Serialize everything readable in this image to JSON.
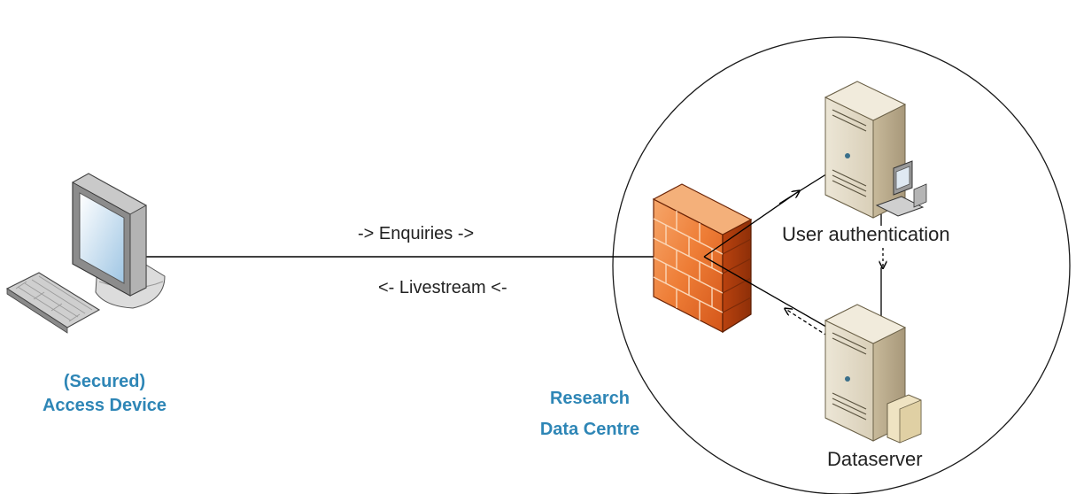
{
  "access_device": {
    "line1": "(Secured)",
    "line2": "Access Device",
    "icon": "desktop-computer-icon"
  },
  "flows": {
    "enquiries": "-> Enquiries ->",
    "livestream": "<- Livestream <-"
  },
  "research_data_centre": {
    "line1": "Research",
    "line2": "Data Centre",
    "firewall_icon": "firewall-brick-wall-icon"
  },
  "servers": {
    "auth_label": "User authentication",
    "data_label": "Dataserver",
    "server_icon": "tower-server-icon",
    "workstation_icon": "small-computer-icon"
  },
  "colors": {
    "label_blue": "#2e86b6",
    "firewall_orange": "#e8712a",
    "server_beige": "#e9e1cf",
    "line": "#000000"
  }
}
